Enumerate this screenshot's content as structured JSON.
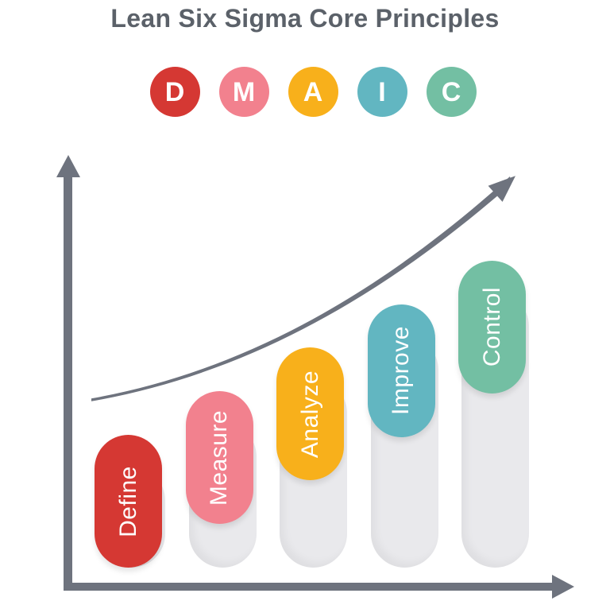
{
  "title": "Lean Six Sigma Core Principles",
  "dmaic_acronym": [
    {
      "letter": "D",
      "color": "#d53833"
    },
    {
      "letter": "M",
      "color": "#f2818e"
    },
    {
      "letter": "A",
      "color": "#f8b01b"
    },
    {
      "letter": "I",
      "color": "#62b6c1"
    },
    {
      "letter": "C",
      "color": "#73bfa3"
    }
  ],
  "steps": [
    {
      "label": "Define",
      "color": "#d53833"
    },
    {
      "label": "Measure",
      "color": "#f2818e"
    },
    {
      "label": "Analyze",
      "color": "#f8b01b"
    },
    {
      "label": "Improve",
      "color": "#62b6c1"
    },
    {
      "label": "Control",
      "color": "#73bfa3"
    }
  ],
  "chart_data": {
    "type": "bar",
    "title": "Lean Six Sigma Core Principles",
    "categories": [
      "Define",
      "Measure",
      "Analyze",
      "Improve",
      "Control"
    ],
    "values": [
      1,
      2,
      3,
      4,
      5
    ],
    "xlabel": "",
    "ylabel": "",
    "tick_labels": "none",
    "legend": "none",
    "grid": false,
    "annotations": [
      "upward curved trend arrow rising across the bar tops"
    ]
  },
  "colors": {
    "title_text": "#5b6169",
    "axis": "#6e737e",
    "bar_track": "#e9e9ec",
    "bar_label_text": "#ffffff",
    "background": "#ffffff"
  }
}
